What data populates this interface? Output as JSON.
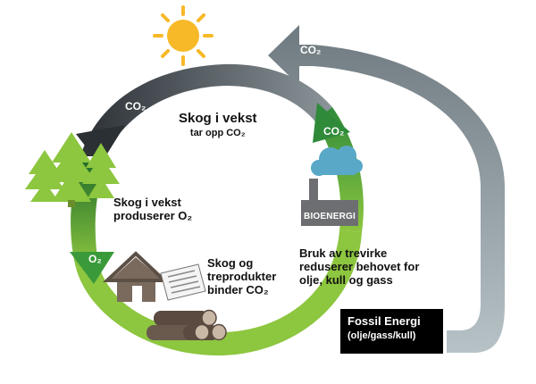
{
  "labels": {
    "top_title": "Skog i vekst",
    "top_sub": "tar opp CO₂",
    "left_line1": "Skog i vekst",
    "left_line2": "produserer O₂",
    "center_line1": "Skog og",
    "center_line2": "treprodukter",
    "center_line3": "binder CO₂",
    "right_line1": "Bruk av trevirke",
    "right_line2": "reduserer behovet for",
    "right_line3": "olje, kull og gass"
  },
  "arrow_tags": {
    "outer_co2": "CO₂",
    "inner_co2_top": "CO₂",
    "inner_co2_right": "CO₂",
    "o2_left": "O₂"
  },
  "bioenergy_label": "BIOENERGI",
  "fossil": {
    "title": "Fossil Energi",
    "subtitle": "(olje/gass/kull)"
  },
  "colors": {
    "green_light": "#8dc63f",
    "green_dark": "#2e7d32",
    "grey_dark": "#3a3f44",
    "grey_light": "#a8b3b8",
    "sun": "#f7b928",
    "tree": "#8dc63f",
    "cloud": "#5aa8c8",
    "house": "#7a6a5e"
  },
  "icons": [
    "sun-icon",
    "trees-icon",
    "house-icon",
    "newspaper-icon",
    "logs-icon",
    "factory-icon",
    "cloud-icon"
  ]
}
